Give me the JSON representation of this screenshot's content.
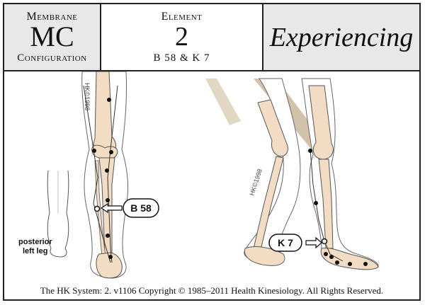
{
  "header": {
    "membrane_top": "Membrane",
    "membrane_big": "MC",
    "membrane_bottom": "Configuration",
    "element_top": "Element",
    "element_big": "2",
    "element_points": "B 58 & K 7",
    "mode": "Experiencing"
  },
  "left_figure": {
    "watermark": "HK©1998",
    "point_label": "B 58",
    "inset_caption_1": "posterior",
    "inset_caption_2": "left leg"
  },
  "right_figure": {
    "watermark": "HK©1998",
    "point_label": "K 7"
  },
  "footer": {
    "text": "The HK System: 2. v1106 Copyright © 1985–2011  Health Kinesiology.  All Rights Reserved."
  },
  "colors": {
    "bone": "#f2dcc3",
    "bone_outline": "#555555",
    "header_shade": "#e8e8e8",
    "ray": "#c9b79a"
  }
}
